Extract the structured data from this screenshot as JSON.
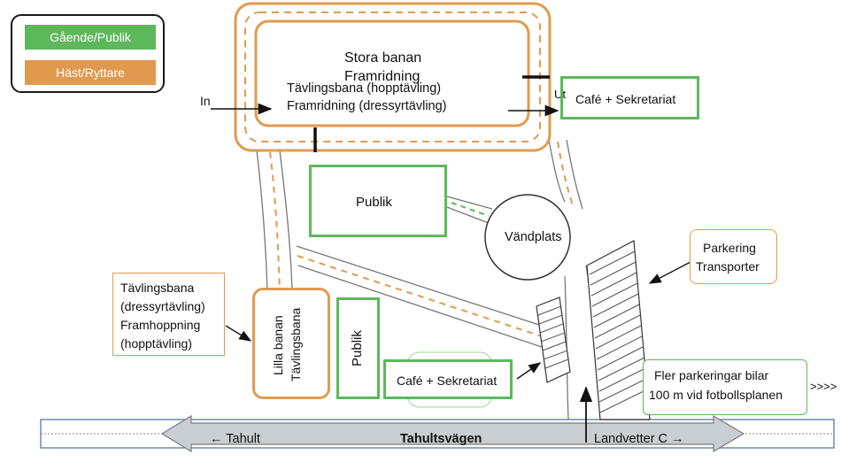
{
  "colors": {
    "pedestrian": "#5db85b",
    "horse": "#e09a4f",
    "road_outline": "#6b8cb0",
    "road_fill": "#c9ced3",
    "path": "#777777"
  },
  "legend": {
    "pedestrian_label": "Gående/Publik",
    "horse_label": "Häst/Ryttare"
  },
  "big_arena": {
    "title_line1": "Stora banan",
    "title_line2": "Framridning",
    "use_line1": "Tävlingsbana (hopptävling)",
    "use_line2": "Framridning (dressyrtävling)"
  },
  "entrance": {
    "in_label": "In",
    "out_label": "Ut"
  },
  "cafe_top": {
    "label": "Café + Sekretariat"
  },
  "publik_top": {
    "label": "Publik"
  },
  "turnaround": {
    "label": "Vändplats"
  },
  "parking": {
    "line1": "Parkering",
    "line2": "Transporter"
  },
  "small_arena_note": {
    "line1": "Tävlingsbana",
    "line2": "(dressyrtävling)",
    "line3": "Framhoppning",
    "line4": "(hopptävling)"
  },
  "small_arena": {
    "line1": "Lilla banan",
    "line2": "Tävlingsbana"
  },
  "publik_bottom": {
    "label": "Publik"
  },
  "cafe_bottom": {
    "label": "Café + Sekretariat"
  },
  "more_parking": {
    "line1": "Fler parkeringar bilar",
    "line2": "100 m vid fotbollsplanen",
    "arrows": ">>>>"
  },
  "road": {
    "name": "Tahultsvägen",
    "west": "← Tahult",
    "east": "Landvetter C →"
  }
}
